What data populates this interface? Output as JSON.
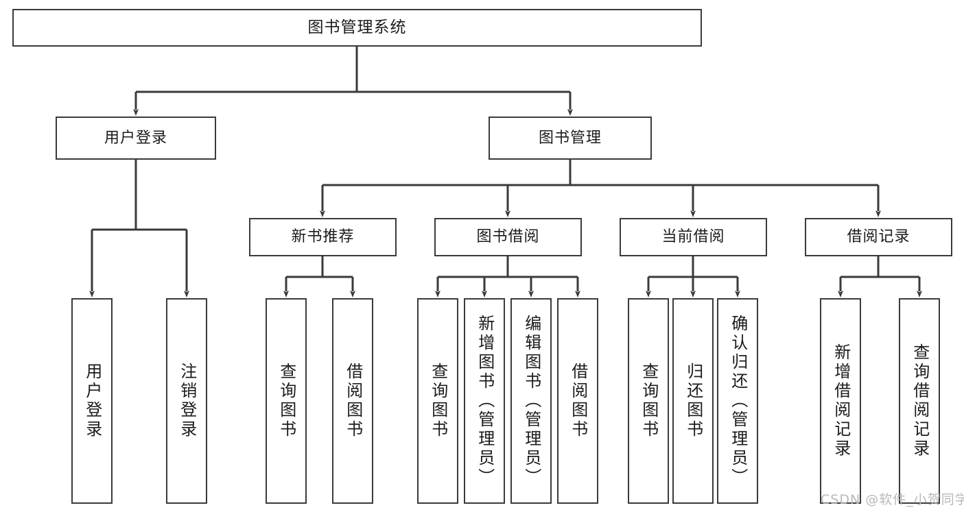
{
  "diagram": {
    "title": "图书管理系统",
    "type": "hierarchy-tree",
    "background_color": "#ffffff",
    "stroke_color": "#3a3a3a",
    "text_color": "#1b1b1b"
  },
  "nodes": {
    "root": {
      "label": "图书管理系统"
    },
    "level2": [
      {
        "id": "user-login",
        "label": "用户登录"
      },
      {
        "id": "book-management",
        "label": "图书管理"
      }
    ],
    "level3": [
      {
        "id": "new-book-recommend",
        "label": "新书推荐"
      },
      {
        "id": "book-borrow",
        "label": "图书借阅"
      },
      {
        "id": "current-borrow",
        "label": "当前借阅"
      },
      {
        "id": "borrow-record",
        "label": "借阅记录"
      }
    ],
    "leaves": {
      "user_login": [
        {
          "id": "leaf-user-login",
          "label": "用户登录"
        },
        {
          "id": "leaf-logout-login",
          "label": "注销登录"
        }
      ],
      "new_book_recommend": [
        {
          "id": "leaf-query-book-1",
          "label": "查询图书"
        },
        {
          "id": "leaf-borrow-book-1",
          "label": "借阅图书"
        }
      ],
      "book_borrow": [
        {
          "id": "leaf-query-book-2",
          "label": "查询图书"
        },
        {
          "id": "leaf-add-book",
          "label": "新增图书（管理员）"
        },
        {
          "id": "leaf-edit-book",
          "label": "编辑图书（管理员）"
        },
        {
          "id": "leaf-borrow-book-2",
          "label": "借阅图书"
        }
      ],
      "current_borrow": [
        {
          "id": "leaf-query-book-3",
          "label": "查询图书"
        },
        {
          "id": "leaf-return-book",
          "label": "归还图书"
        },
        {
          "id": "leaf-confirm-return",
          "label": "确认归还（管理员）"
        }
      ],
      "borrow_record": [
        {
          "id": "leaf-add-record",
          "label": "新增借阅记录"
        },
        {
          "id": "leaf-query-record",
          "label": "查询借阅记录"
        }
      ]
    }
  },
  "watermark": {
    "text": "CSDN @软件_小贺同学"
  }
}
